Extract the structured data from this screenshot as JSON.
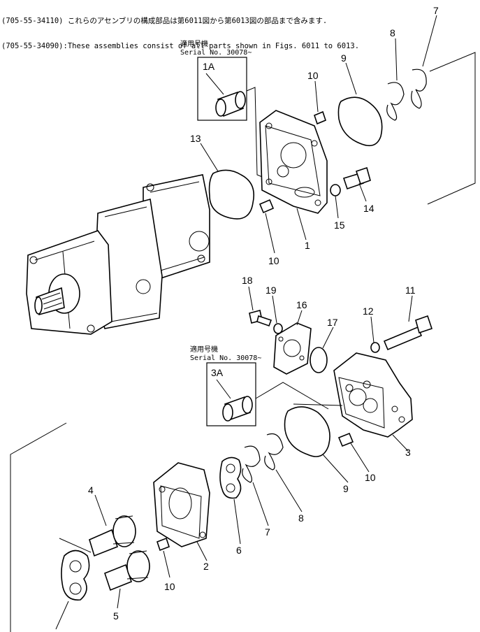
{
  "header": {
    "line1": "(705-55-34110) これらのアセンブリの構成部品は第6011図から第6013図の部品まで含みます.",
    "line2": "(705-55-34090):These assemblies consist of all parts shown in Figs. 6011 to 6013."
  },
  "serial_box_top": {
    "jp": "適用号機",
    "serial": "Serial No. 30078~",
    "label": "1A"
  },
  "serial_box_mid": {
    "jp": "適用号機",
    "serial": "Serial No. 30078~",
    "label": "3A"
  },
  "callouts": {
    "c7a": "7",
    "c8a": "8",
    "c9a": "9",
    "c10a": "10",
    "c13": "13",
    "c14": "14",
    "c15": "15",
    "c1": "1",
    "c10b": "10",
    "c18": "18",
    "c19": "19",
    "c16": "16",
    "c17": "17",
    "c12": "12",
    "c11": "11",
    "c3": "3",
    "c10c": "10",
    "c9b": "9",
    "c8b": "8",
    "c7b": "7",
    "c6": "6",
    "c2": "2",
    "c10d": "10",
    "c4": "4",
    "c5": "5"
  }
}
